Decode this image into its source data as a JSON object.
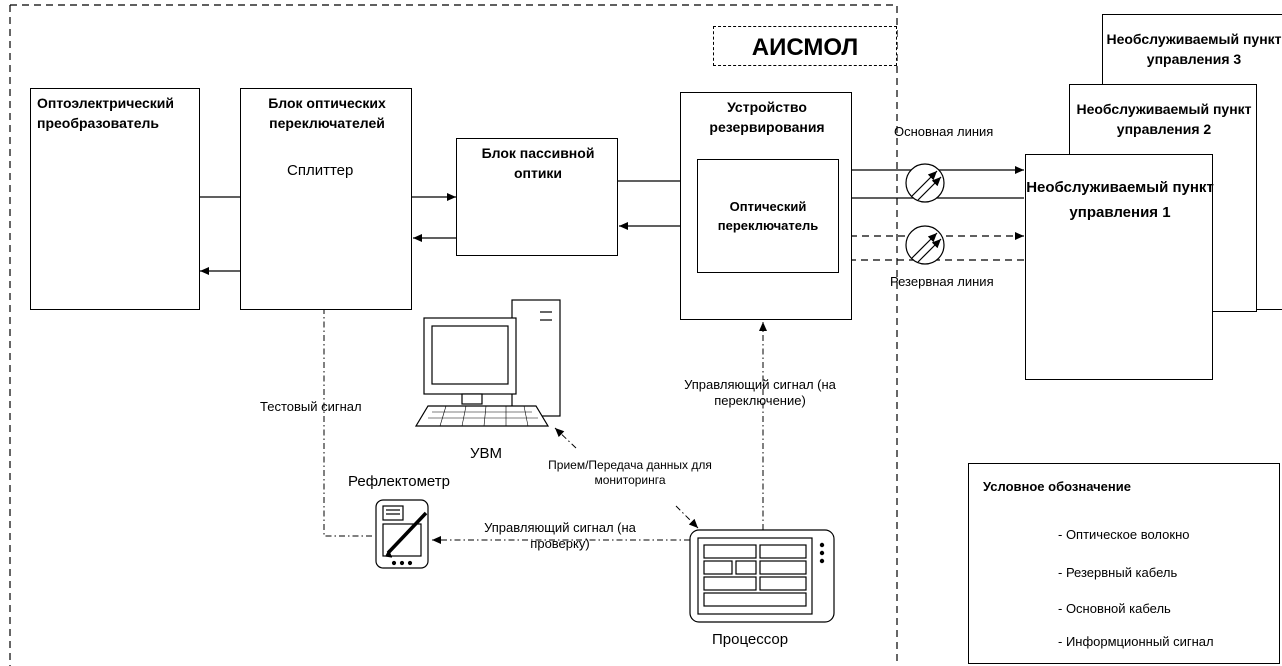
{
  "system": {
    "title": "АИСМОЛ"
  },
  "blocks": {
    "optoelectric": "Оптоэлектрический преобразователь",
    "optical_switches": "Блок оптических переключателей",
    "splitter": "Сплиттер",
    "passive_optics": "Блок пассивной оптики",
    "reservation_device": "Устройство резервирования",
    "optical_switch": "Оптический переключатель",
    "node_1": "Необслуживаемый пункт управления 1",
    "node_2": "Необслуживаемый пункт управления 2",
    "node_3": "Необслуживаемый пункт управления 3"
  },
  "devices": {
    "computer": "УВМ",
    "reflectometer": "Рефлектометр",
    "processor": "Процессор"
  },
  "lines": {
    "main_line": "Основная линия",
    "reserve_line": "Резервная линия"
  },
  "signals": {
    "test_signal": "Тестовый сигнал",
    "control_switch": "Управляющий сигнал (на переключение)",
    "control_check": "Управляющий сигнал (на проверку)",
    "data_exchange": "Прием/Передача данных для мониторинга"
  },
  "legend": {
    "title": "Условное обозначение",
    "items": [
      "- Оптическое волокно",
      "- Резервный кабель",
      "- Основной кабель",
      "- Информционный сигнал"
    ]
  }
}
